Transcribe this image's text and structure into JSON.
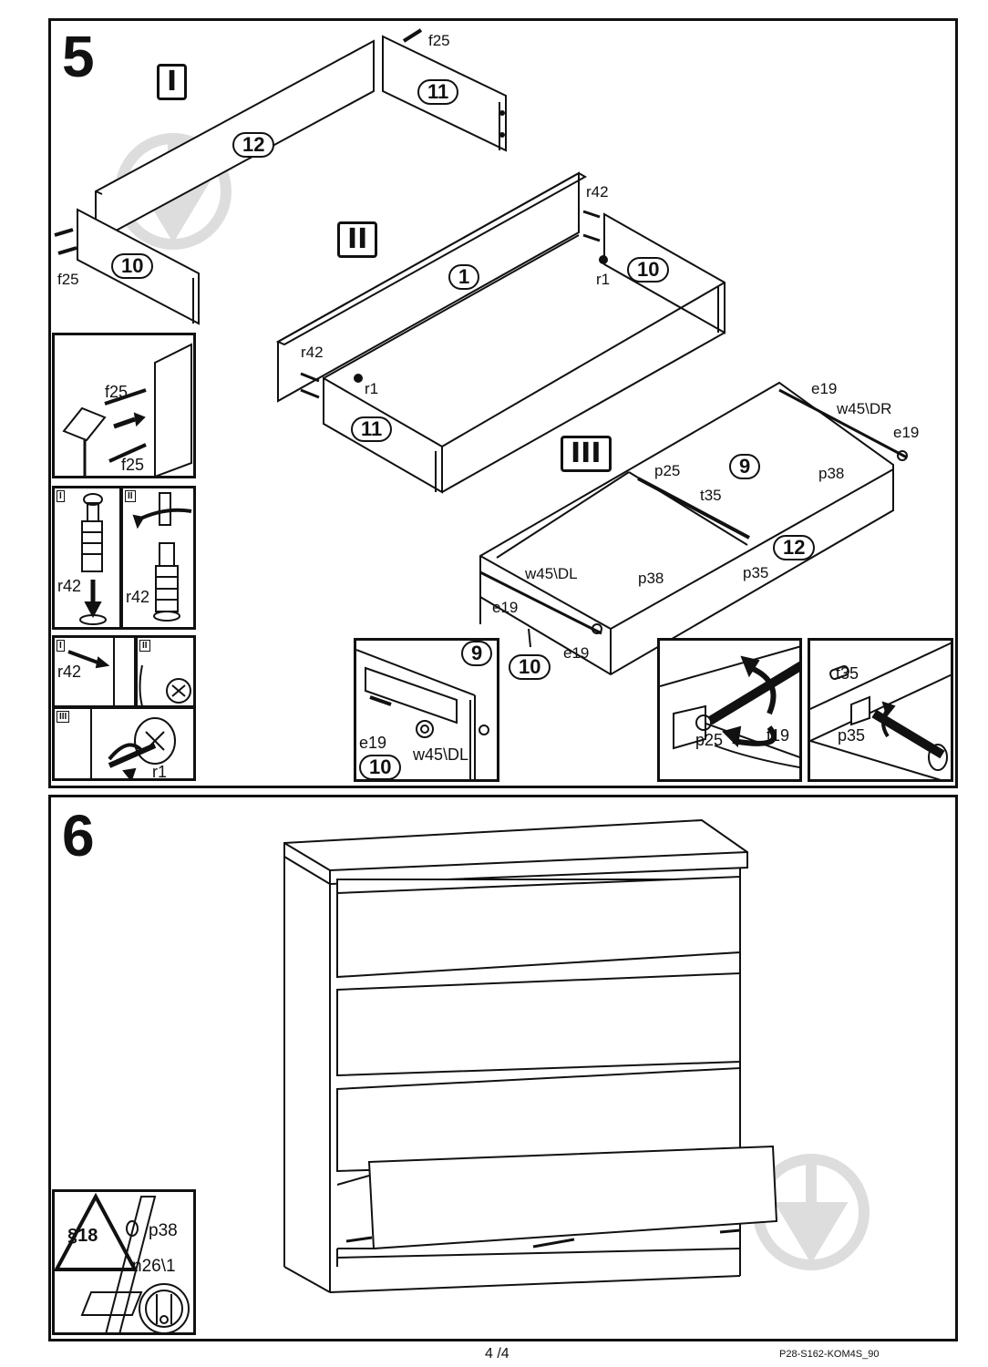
{
  "step5": {
    "number": "5",
    "stages": [
      "I",
      "II",
      "III"
    ],
    "parts": [
      "12",
      "11",
      "10",
      "1",
      "10",
      "11",
      "9",
      "12",
      "10"
    ],
    "labels": [
      "f25",
      "f25",
      "r42",
      "r42",
      "r1",
      "r1",
      "e19",
      "w45\\DR",
      "e19",
      "p25",
      "p38",
      "t35",
      "w45\\DL",
      "p38",
      "p35",
      "e19",
      "e19"
    ],
    "inset_dowel": {
      "labels": [
        "f25",
        "f25"
      ]
    },
    "inset_cam_I": {
      "tag": "I",
      "label": "r42"
    },
    "inset_cam_II": {
      "tag": "II",
      "label": "r42"
    },
    "inset_small": {
      "tags": [
        "I",
        "II",
        "III"
      ],
      "label_r42": "r42",
      "label_r1": "r1"
    },
    "inset_runner": {
      "part_top": "9",
      "label_e19": "e19",
      "label_w45": "w45\\DL",
      "part_bottom": "10"
    },
    "inset_p25": {
      "labels": [
        "p25",
        "t19"
      ]
    },
    "inset_t35": {
      "labels": [
        "t35",
        "p35"
      ]
    }
  },
  "step6": {
    "number": "6",
    "inset": {
      "badge": "§18",
      "label_p38": "p38",
      "label_n26": "n26\\1"
    }
  },
  "footer": {
    "page": "4 /4",
    "code": "P28-S162-KOM4S_90"
  }
}
